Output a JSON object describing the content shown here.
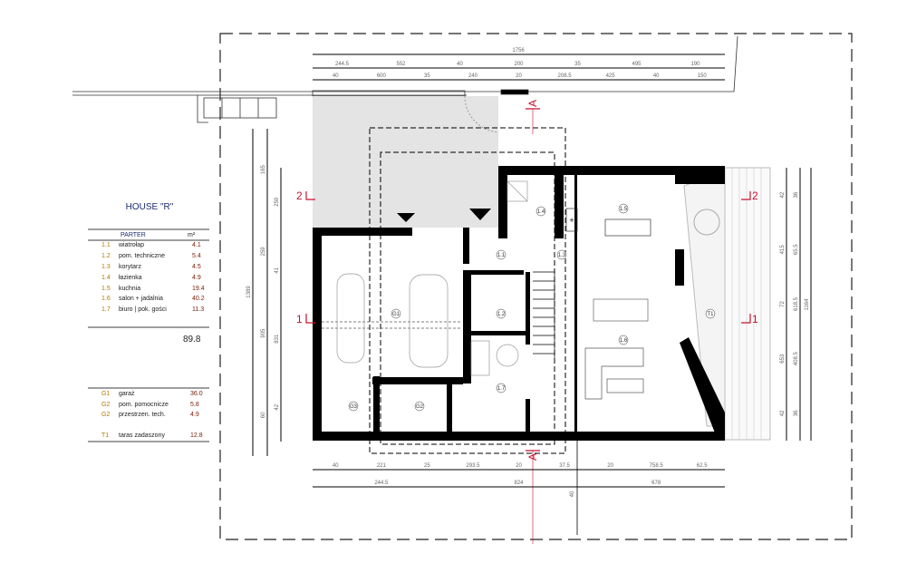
{
  "title": "HOUSE \"R\"",
  "legend": {
    "header_level": "PARTER",
    "header_unit": "m²",
    "rooms": [
      {
        "code": "1.1",
        "name": "wiatrołap",
        "area": "4.1"
      },
      {
        "code": "1.2",
        "name": "pom. techniczne",
        "area": "5.4"
      },
      {
        "code": "1.3",
        "name": "korytarz",
        "area": "4.5"
      },
      {
        "code": "1.4",
        "name": "łazienka",
        "area": "4.9"
      },
      {
        "code": "1.5",
        "name": "kuchnia",
        "area": "19.4"
      },
      {
        "code": "1.6",
        "name": "salon + jadalnia",
        "area": "40.2"
      },
      {
        "code": "1.7",
        "name": "biuro | pok. gości",
        "area": "11.3"
      }
    ],
    "total": "89.8",
    "other": [
      {
        "code": "G1",
        "name": "garaż",
        "area": "36.0"
      },
      {
        "code": "G2",
        "name": "pom. pomocnicze",
        "area": "5.8"
      },
      {
        "code": "G2",
        "name": "przestrzen. tech.",
        "area": "4.9"
      },
      {
        "code": "T1",
        "name": "taras zadaszony",
        "area": "12.8"
      }
    ]
  },
  "room_tags": [
    "1.1",
    "1.2",
    "1.3",
    "1.4",
    "1.5",
    "1.6",
    "1.7",
    "G1",
    "G2",
    "G3",
    "T1"
  ],
  "sections": {
    "s1": "1",
    "s2": "2",
    "sA": "A"
  },
  "dims": {
    "top_total": "1756",
    "top_row2": [
      "244.5",
      "552",
      "40",
      "200",
      "35",
      "495",
      "190"
    ],
    "top_row3": [
      "40",
      "600",
      "35",
      "240",
      "20",
      "208.5",
      "425",
      "40",
      "150"
    ],
    "bottom_row1": [
      "40",
      "221",
      "25",
      "293.5",
      "20",
      "37.5",
      "20",
      "758.5",
      "62.5"
    ],
    "bottom_row2": [
      "244.5",
      "824",
      "678"
    ],
    "bottom_offset": "40",
    "left_total": "1389",
    "left_row2": [
      "165",
      "259",
      "905",
      "60"
    ],
    "left_row3": [
      "259",
      "41",
      "831",
      "42"
    ],
    "right_row1": [
      "42",
      "415",
      "72",
      "653",
      "42"
    ],
    "right_row2": [
      "36",
      "65.5",
      "618.5",
      "408.5",
      "36"
    ],
    "right_total": "1164"
  },
  "colors": {
    "wall": "#000000",
    "section": "#c8102e",
    "paving": "#e4e4e4"
  }
}
